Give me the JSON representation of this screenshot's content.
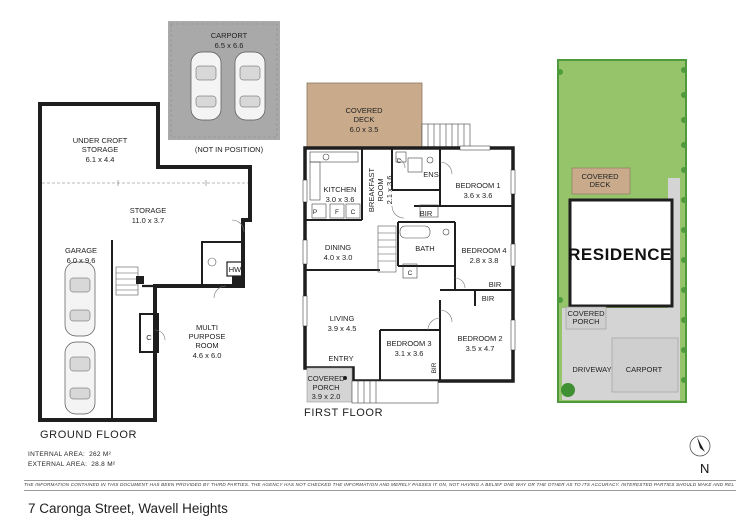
{
  "carport_top": {
    "name": "CARPORT",
    "dims": "6.5 x 6.6",
    "note": "(NOT IN POSITION)"
  },
  "ground_floor": {
    "title": "GROUND FLOOR",
    "rooms": {
      "under_croft_name_1": "UNDER CROFT",
      "under_croft_name_2": "STORAGE",
      "under_croft_dims": "6.1 x 4.4",
      "storage_name": "STORAGE",
      "storage_dims": "11.0 x 3.7",
      "garage_name": "GARAGE",
      "garage_dims": "6.0 x 9.6",
      "hw": "HW",
      "c": "C",
      "multi_1": "MULTI",
      "multi_2": "PURPOSE",
      "multi_3": "ROOM",
      "multi_dims": "4.6 x 6.0"
    }
  },
  "first_floor": {
    "title": "FIRST FLOOR",
    "rooms": {
      "deck_1": "COVERED",
      "deck_2": "DECK",
      "deck_dims": "6.0 x 3.5",
      "kitchen": "KITCHEN",
      "kitchen_dims": "3.0 x 3.6",
      "breakfast_1": "BREAKFAST",
      "breakfast_2": "ROOM",
      "breakfast_dims": "2.1 x 3.6",
      "c": "C",
      "ens": "ENS",
      "bed1": "BEDROOM 1",
      "bed1_dims": "3.6 x 3.6",
      "p": "P",
      "f": "F",
      "bir": "BIR",
      "dining": "DINING",
      "dining_dims": "4.0 x 3.0",
      "bath": "BATH",
      "bed4": "BEDROOM 4",
      "bed4_dims": "2.8 x 3.8",
      "living": "LIVING",
      "living_dims": "3.9 x 4.5",
      "bed3": "BEDROOM 3",
      "bed3_dims": "3.1 x 3.6",
      "bed2": "BEDROOM 2",
      "bed2_dims": "3.5 x 4.7",
      "entry": "ENTRY",
      "porch_1": "COVERED",
      "porch_2": "PORCH",
      "porch_dims": "3.9 x 2.0"
    }
  },
  "site_plan": {
    "covered_deck_1": "COVERED",
    "covered_deck_2": "DECK",
    "residence": "RESIDENCE",
    "covered_porch_1": "COVERED",
    "covered_porch_2": "PORCH",
    "driveway": "DRIVEWAY",
    "carport": "CARPORT"
  },
  "areas": {
    "internal_label": "INTERNAL AREA:",
    "internal_value": "262 M²",
    "external_label": "EXTERNAL AREA:",
    "external_value": "28.8 M²"
  },
  "north_label": "N",
  "disclaimer": "THE INFORMATION CONTAINED IN THIS DOCUMENT HAS BEEN PROVIDED BY THIRD PARTIES. THE AGENCY HAS NOT CHECKED THE INFORMATION AND MERELY PASSES IT ON, NOT HAVING A BELIEF ONE WAY OR THE OTHER AS TO ITS ACCURACY. INTERESTED PARTIES SHOULD MAKE AND RELY UPON THEIR OWN ENQUIRIES",
  "address": "7 Caronga Street, Wavell Heights",
  "colors": {
    "wall": "#1e1e1e",
    "carport_bg": "#a9a9a9",
    "deck_bg": "#c9ab8c",
    "paving": "#d4d4d4",
    "lawn": "#96c46a",
    "hedge": "#4f9a3c"
  }
}
